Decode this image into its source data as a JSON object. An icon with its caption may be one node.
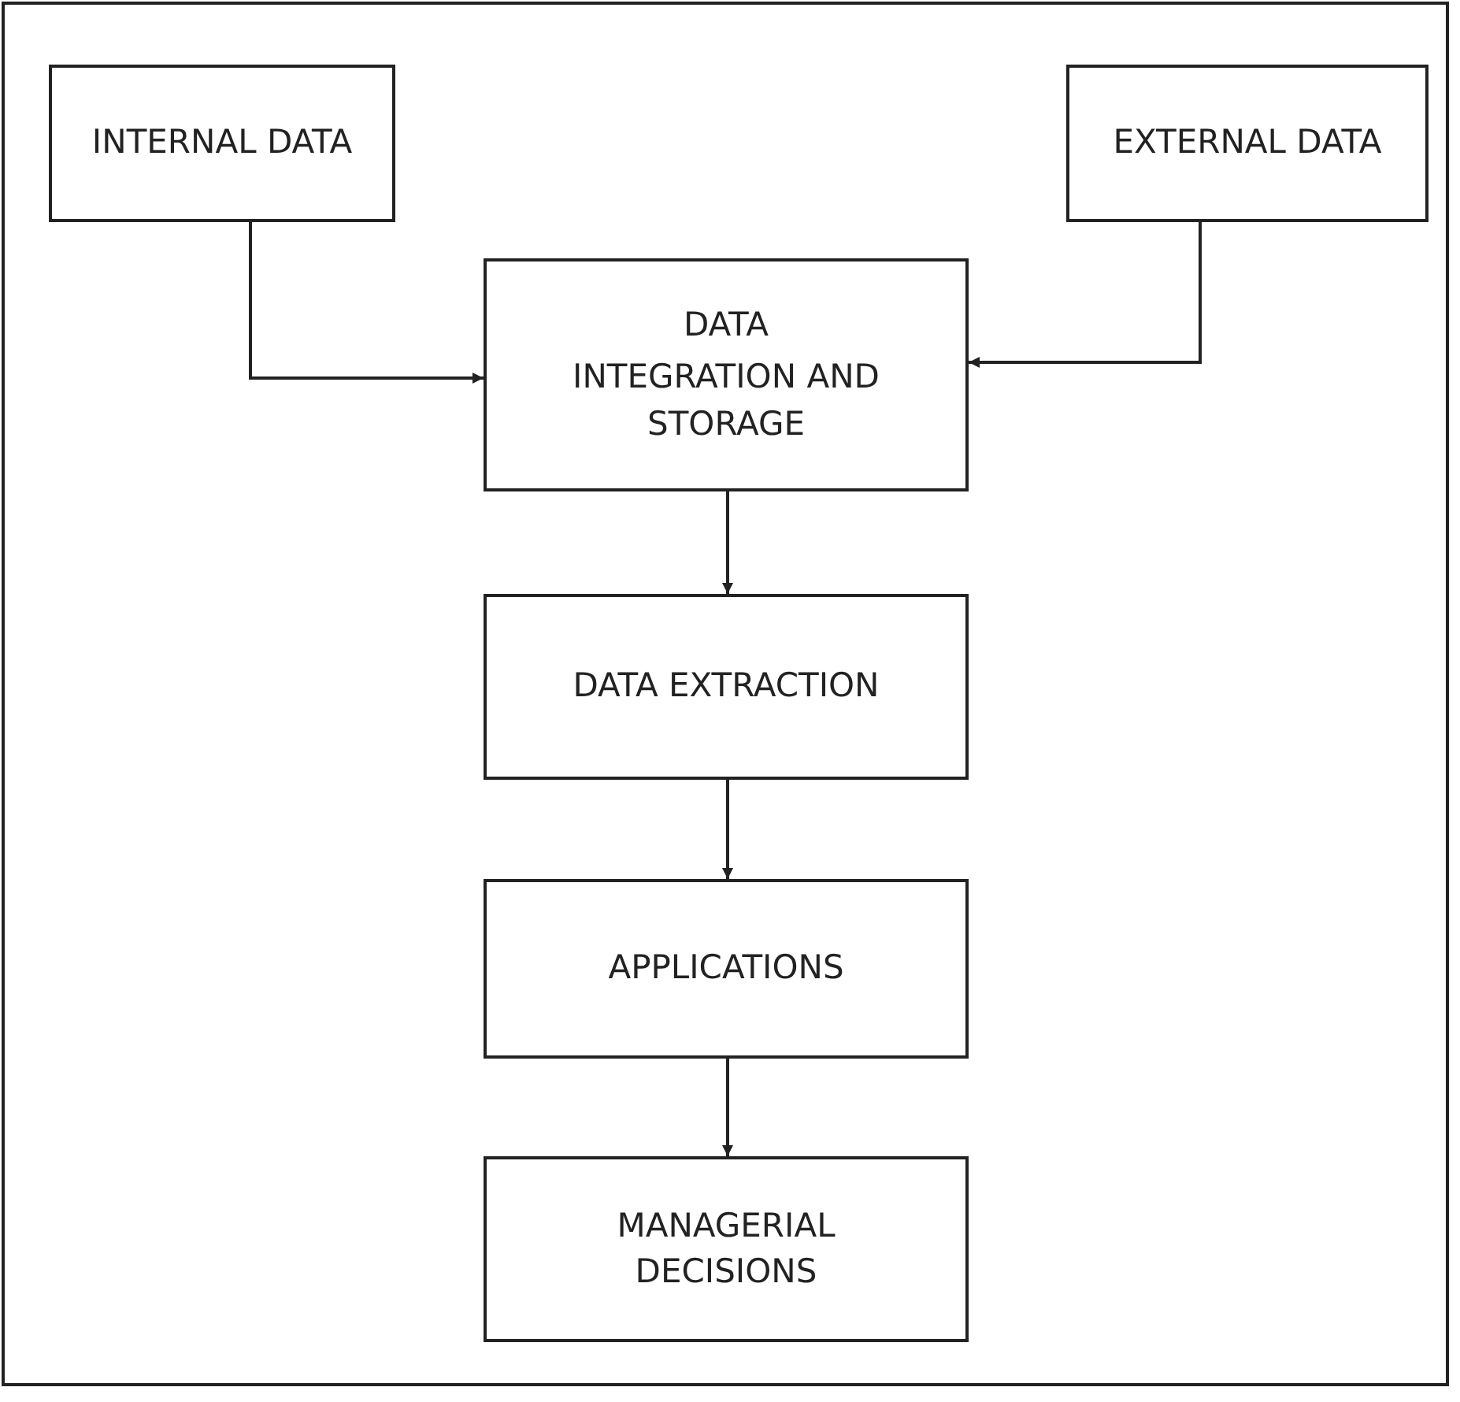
{
  "diagram": {
    "nodes": [
      {
        "text": [
          "INTERNAL DATA"
        ]
      },
      {
        "text": [
          "EXTERNAL DATA"
        ]
      },
      {
        "text": [
          "DATA",
          "INTEGRATION AND STORAGE"
        ]
      },
      {
        "text": [
          "DATA EXTRACTION"
        ]
      },
      {
        "text": [
          "APPLICATIONS"
        ]
      },
      {
        "text": [
          "MANAGERIAL DECISIONS"
        ]
      }
    ],
    "edges": [
      {
        "from": 0,
        "to": 2,
        "arrow": "to"
      },
      {
        "from": 1,
        "to": 2,
        "arrow": "to"
      },
      {
        "from": 2,
        "to": 3,
        "arrow": "to"
      },
      {
        "from": 3,
        "to": 4,
        "arrow": "to"
      },
      {
        "from": 4,
        "to": 5,
        "arrow": "to"
      }
    ]
  }
}
